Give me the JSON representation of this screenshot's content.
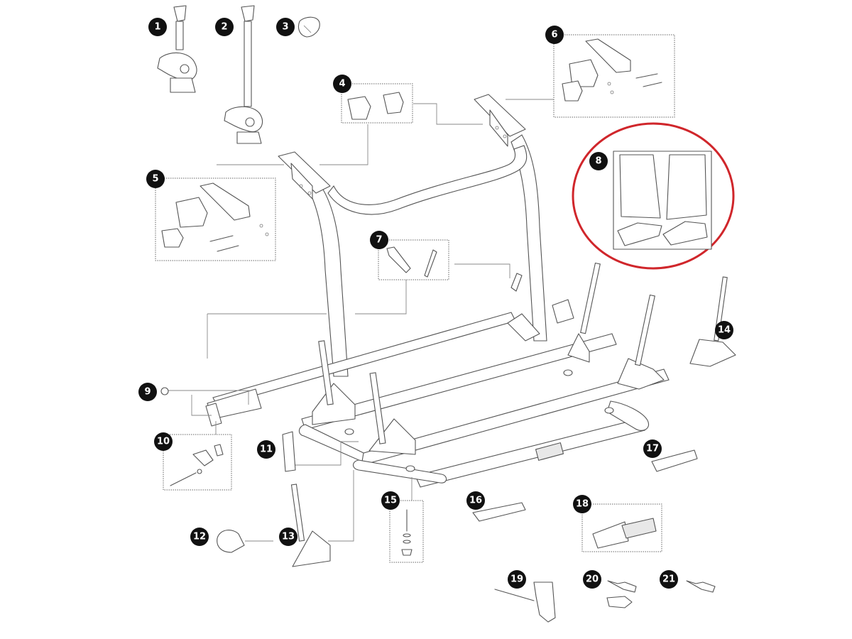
{
  "diagram": {
    "title": "Bike carrier exploded parts view",
    "highlight_color": "#d0262b",
    "badge_color": "#111111",
    "highlighted_part": "8",
    "callouts": [
      {
        "id": "1",
        "label": "1",
        "part": "short-frame-holder-arm"
      },
      {
        "id": "2",
        "label": "2",
        "part": "long-frame-holder-arm"
      },
      {
        "id": "3",
        "label": "3",
        "part": "strap-buckle"
      },
      {
        "id": "4",
        "label": "4",
        "part": "end-caps-pair"
      },
      {
        "id": "5",
        "label": "5",
        "part": "left-mount-bracket-kit"
      },
      {
        "id": "6",
        "label": "6",
        "part": "right-mount-bracket-kit"
      },
      {
        "id": "7",
        "label": "7",
        "part": "frame-clips"
      },
      {
        "id": "8",
        "label": "8",
        "part": "protective-pads-sheet"
      },
      {
        "id": "9",
        "label": "9",
        "part": "plug"
      },
      {
        "id": "10",
        "label": "10",
        "part": "hinge-kit"
      },
      {
        "id": "11",
        "label": "11",
        "part": "wheel-strap"
      },
      {
        "id": "12",
        "label": "12",
        "part": "end-cap-rail"
      },
      {
        "id": "13",
        "label": "13",
        "part": "wheel-holder-left"
      },
      {
        "id": "14",
        "label": "14",
        "part": "wheel-holder-right"
      },
      {
        "id": "15",
        "label": "15",
        "part": "bolt-washer-kit"
      },
      {
        "id": "16",
        "label": "16",
        "part": "rail-cover"
      },
      {
        "id": "17",
        "label": "17",
        "part": "rail-cover-end"
      },
      {
        "id": "18",
        "label": "18",
        "part": "handle-kit"
      },
      {
        "id": "19",
        "label": "19",
        "part": "locking-pin"
      },
      {
        "id": "20",
        "label": "20",
        "part": "key-and-lock-cylinder"
      },
      {
        "id": "21",
        "label": "21",
        "part": "spare-key"
      }
    ]
  }
}
